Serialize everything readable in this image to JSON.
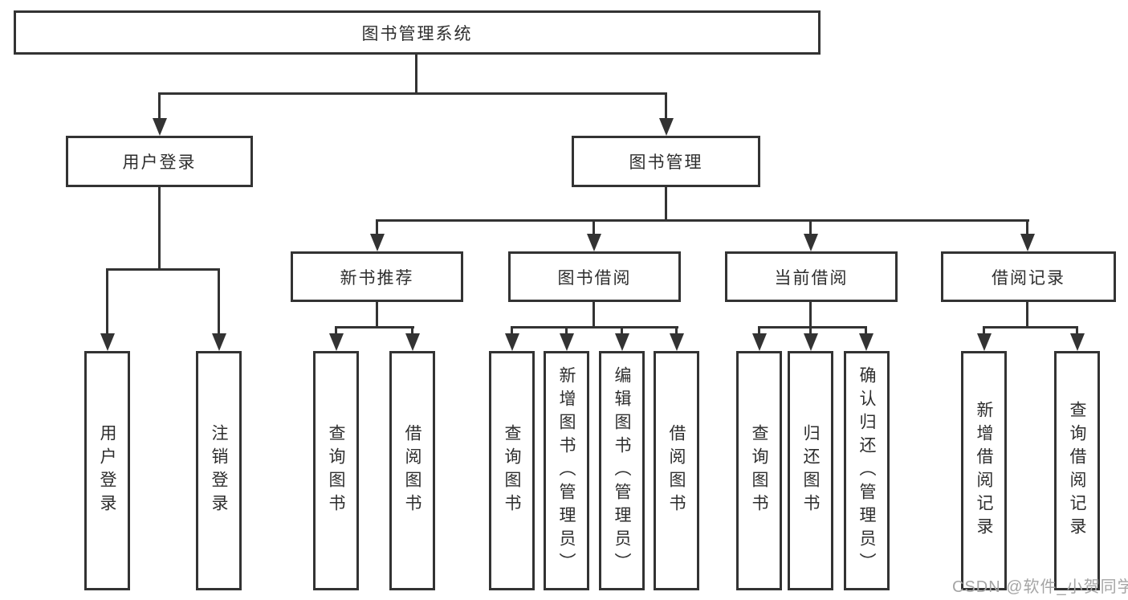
{
  "tree": {
    "root": {
      "label": "图书管理系统"
    },
    "branches": [
      {
        "label": "用户登录"
      },
      {
        "label": "图书管理"
      }
    ],
    "sections": [
      {
        "label": "新书推荐"
      },
      {
        "label": "图书借阅"
      },
      {
        "label": "当前借阅"
      },
      {
        "label": "借阅记录"
      }
    ],
    "leaves": [
      {
        "label": "用户登录"
      },
      {
        "label": "注销登录"
      },
      {
        "label": "查询图书"
      },
      {
        "label": "借阅图书"
      },
      {
        "label": "查询图书"
      },
      {
        "label": "新增图书（管理员）"
      },
      {
        "label": "编辑图书（管理员）"
      },
      {
        "label": "借阅图书"
      },
      {
        "label": "查询图书"
      },
      {
        "label": "归还图书"
      },
      {
        "label": "确认归还（管理员）"
      },
      {
        "label": "新增借阅记录"
      },
      {
        "label": "查询借阅记录"
      }
    ]
  },
  "watermark": {
    "text": "CSDN @软件_小贺同学"
  },
  "colors": {
    "line": "#333333",
    "text": "#2e2e2e",
    "watermark_gray": "#a5a5a5",
    "background": "#ffffff"
  }
}
